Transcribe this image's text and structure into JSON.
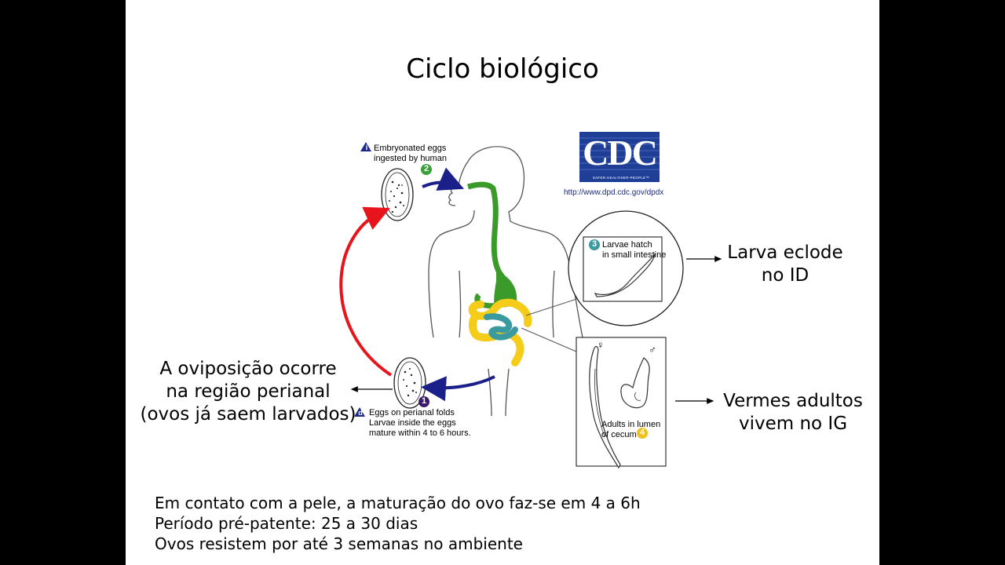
{
  "title": "Ciclo biológico",
  "cdc": {
    "logo": "CDC",
    "tagline": "SAFER·HEALTHIER·PEOPLE™",
    "url": "http://www.dpd.cdc.gov/dpdx"
  },
  "stages": {
    "i_badge": "i",
    "ingest_line1": "Embryonated eggs",
    "ingest_line2": "ingested by human",
    "badge2": "2",
    "badge3": "3",
    "hatch_line1": "Larvae hatch",
    "hatch_line2": "in small intestine",
    "female_symbol": "♀",
    "male_symbol": "♂",
    "adults_line1": "Adults in lumen",
    "adults_line2": "of cecum",
    "badge4": "4",
    "badge1": "1",
    "d_badge": "d",
    "perianal_line1": "Eggs on perianal folds",
    "perianal_line2": "Larvae inside the eggs",
    "perianal_line3": "mature within 4 to 6 hours."
  },
  "annotations": {
    "larva_line1": "Larva eclode",
    "larva_line2": "no ID",
    "adults_line1": "Vermes adultos",
    "adults_line2": "vivem no IG",
    "ovi_line1": "A oviposição ocorre",
    "ovi_line2": "na região perianal",
    "ovi_line3": "(ovos já saem larvados)"
  },
  "notes": [
    "Em contato com a pele, a maturação do ovo faz-se em 4 a 6h",
    "Período pré-patente: 25 a 30 dias",
    "Ovos resistem por até 3 semanas no ambiente"
  ],
  "colors": {
    "cycle_arrow": "#e8141c",
    "flow_arrow": "#1a1f8a",
    "gut_green": "#3a9a2a",
    "intestine_yellow": "#f5cc1a",
    "small_intestine_teal": "#3a9aa0",
    "cdc_blue": "#1f3e96"
  }
}
